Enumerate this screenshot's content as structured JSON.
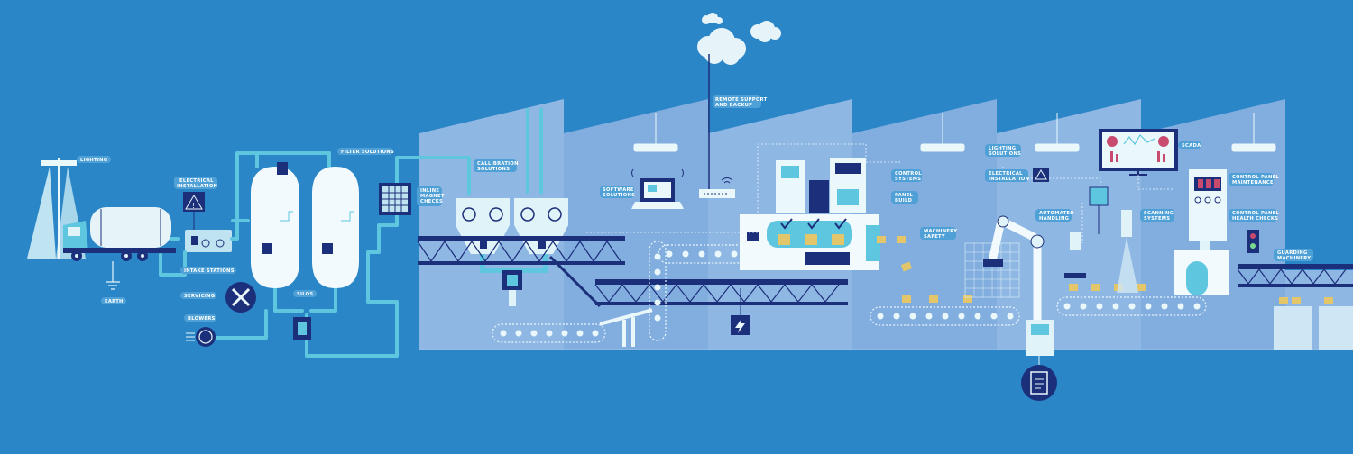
{
  "labels": {
    "lighting": "LIGHTING",
    "earth": "EARTH",
    "electrical_installation": [
      "ELECTRICAL",
      "INSTALLATION"
    ],
    "intake_stations": "INTAKE STATIONS",
    "servicing": "SERVICING",
    "blowers": "BLOWERS",
    "silos": "SILOS",
    "filter_solutions": "FILTER SOLUTIONS",
    "inline_magnet_checks": [
      "INLINE",
      "MAGNET",
      "CHECKS"
    ],
    "calibration_solutions": [
      "CALLIBRATION",
      "SOLUTIONS"
    ],
    "software_solutions": [
      "SOFTWARE",
      "SOLUTIONS"
    ],
    "remote_support": [
      "REMOTE SUPPORT",
      "AND BACKUP"
    ],
    "control_systems": [
      "CONTROL",
      "SYSTEMS"
    ],
    "panel_build": [
      "PANEL",
      "BUILD"
    ],
    "machinery_safety": [
      "MACHINERY",
      "SAFETY"
    ],
    "lighting_solutions": [
      "LIGHTING",
      "SOLUTIONS"
    ],
    "electrical_installation_2": [
      "ELECTRICAL",
      "INSTALLATION"
    ],
    "automated_handling": [
      "AUTOMATED",
      "HANDLING"
    ],
    "scanning_systems": [
      "SCANNING",
      "SYSTEMS"
    ],
    "scada": "SCADA",
    "control_panel_maintenance": [
      "CONTROL PANEL",
      "MAINTENANCE"
    ],
    "control_panel_health_checks": [
      "CONTROL PANEL",
      "HEALTH CHECKS"
    ],
    "guarding_machinery": [
      "GUARDING",
      "MACHINERY"
    ]
  },
  "colors": {
    "background": "#2a86c7",
    "factory_wall": "#8fb7e4",
    "factory_wall_dark": "#7aa7dc",
    "pipe": "#5fc6e0",
    "machine_light": "#dff3f8",
    "navy": "#1c2f7a",
    "accent_yellow": "#e3c66a",
    "label_bg": "#4fa0d6"
  },
  "icons": [
    "lighting-tower-icon",
    "tanker-truck-icon",
    "earth-icon",
    "electrical-hazard-icon",
    "wrench-screwdriver-icon",
    "blower-icon",
    "silo-icon",
    "filter-grid-icon",
    "scale-icon",
    "laptop-icon",
    "router-icon",
    "cloud-icon",
    "lightning-icon",
    "robot-arm-icon",
    "scanner-icon",
    "scada-monitor-icon",
    "traffic-light-icon",
    "clipboard-icon"
  ]
}
